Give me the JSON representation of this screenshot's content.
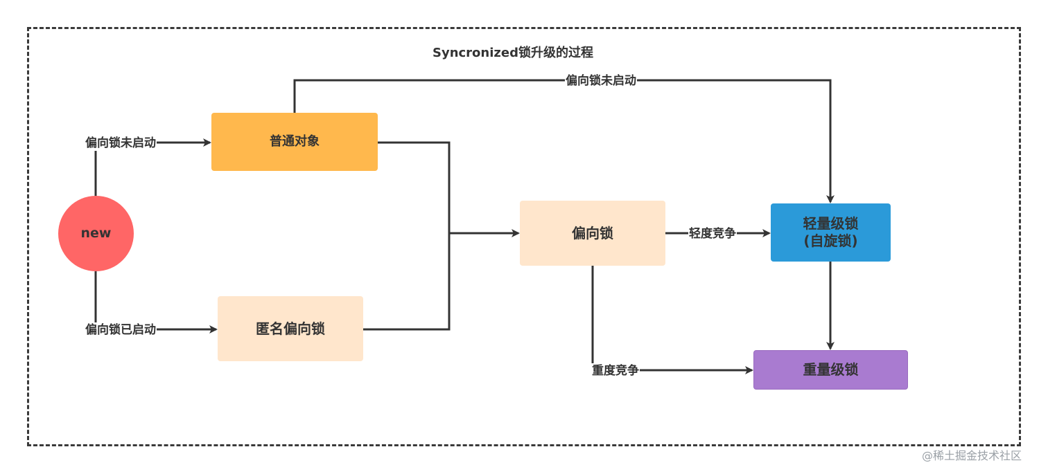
{
  "diagram": {
    "title": "Syncronized锁升级的过程",
    "nodes": {
      "new": {
        "label": "new",
        "color": "#ff6666"
      },
      "normal_object": {
        "label": "普通对象",
        "color": "#ffb84d"
      },
      "anonymous_biased_lock": {
        "label": "匿名偏向锁",
        "color": "#ffe6cc"
      },
      "biased_lock": {
        "label": "偏向锁",
        "color": "#ffe6cc"
      },
      "lightweight_lock": {
        "label_line1": "轻量级锁",
        "label_line2": "(自旋锁)",
        "color": "#2b9ad9"
      },
      "heavyweight_lock": {
        "label": "重量级锁",
        "color": "#a97bd0"
      }
    },
    "edges": {
      "new_to_normal": "偏向锁未启动",
      "new_to_anonymous": "偏向锁已启动",
      "normal_to_lightweight": "偏向锁未启动",
      "biased_to_lightweight": "轻度竞争",
      "biased_to_heavyweight": "重度竞争"
    },
    "line_color": "#333333"
  },
  "watermark": "@稀土掘金技术社区"
}
